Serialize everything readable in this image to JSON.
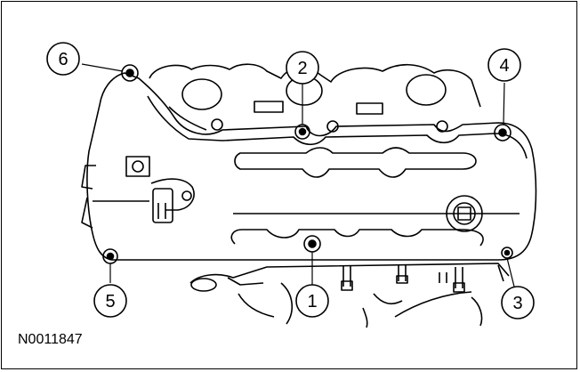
{
  "figure": {
    "reference_code": "N0011847",
    "callouts": [
      {
        "id": "callout-1",
        "label": "1"
      },
      {
        "id": "callout-2",
        "label": "2"
      },
      {
        "id": "callout-3",
        "label": "3"
      },
      {
        "id": "callout-4",
        "label": "4"
      },
      {
        "id": "callout-5",
        "label": "5"
      },
      {
        "id": "callout-6",
        "label": "6"
      }
    ],
    "colors": {
      "line": "#000000",
      "background": "#ffffff"
    }
  }
}
